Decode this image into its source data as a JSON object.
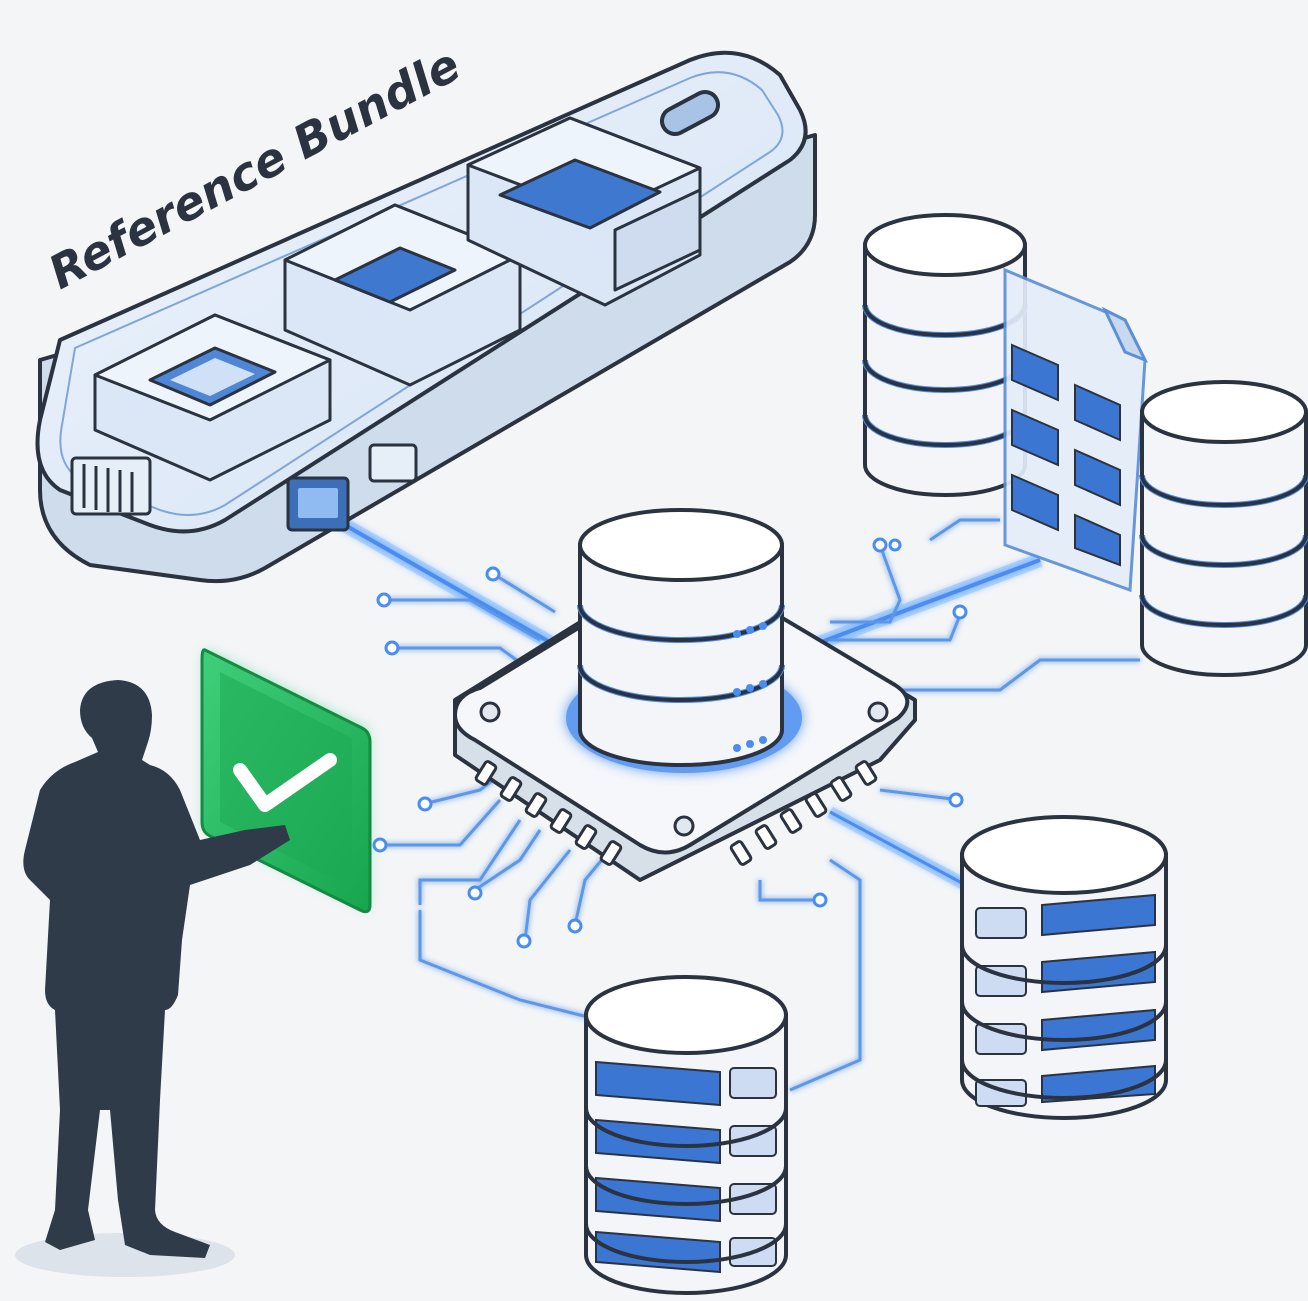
{
  "diagram": {
    "title": "Reference Bundle",
    "components": [
      {
        "id": "reference-bundle-device",
        "kind": "device"
      },
      {
        "id": "central-hub-chip",
        "kind": "processor"
      },
      {
        "id": "central-database",
        "kind": "database"
      },
      {
        "id": "database-top-right",
        "kind": "database"
      },
      {
        "id": "database-far-right",
        "kind": "database"
      },
      {
        "id": "database-bottom-right",
        "kind": "database"
      },
      {
        "id": "database-bottom-center",
        "kind": "database"
      },
      {
        "id": "data-table-document",
        "kind": "document"
      },
      {
        "id": "person-silhouette",
        "kind": "user"
      },
      {
        "id": "checkmark-panel",
        "kind": "status",
        "state": "approved"
      }
    ],
    "colors": {
      "background": "#f3f5f7",
      "accent": "#2f6fd6",
      "glow": "#7fb5ff",
      "success": "#22b05a",
      "outline": "#2b3340",
      "silhouette": "#2f3b48"
    }
  }
}
